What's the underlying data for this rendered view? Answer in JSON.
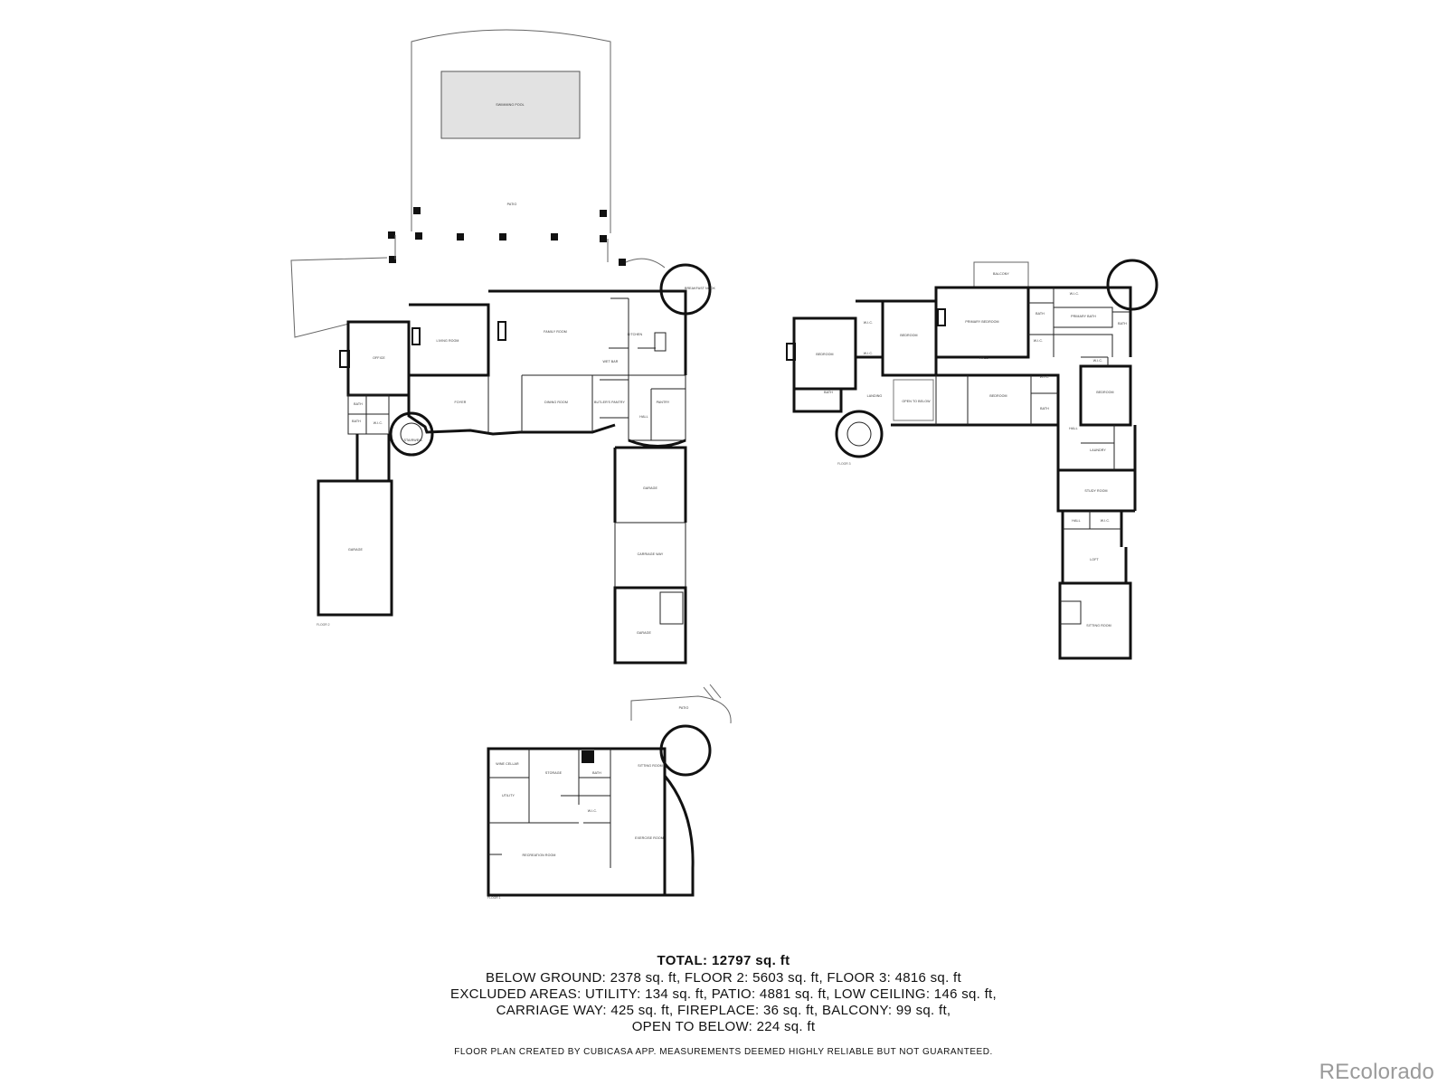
{
  "totals": {
    "total": "TOTAL: 12797 sq. ft",
    "lines": [
      "BELOW GROUND: 2378 sq. ft, FLOOR 2: 5603 sq. ft, FLOOR 3: 4816 sq. ft",
      "EXCLUDED AREAS: UTILITY: 134 sq. ft, PATIO: 4881 sq. ft, LOW CEILING: 146 sq. ft,",
      "CARRIAGE WAY: 425 sq. ft, FIREPLACE: 36 sq. ft, BALCONY: 99 sq. ft,",
      "OPEN TO BELOW: 224 sq. ft"
    ]
  },
  "disclaimer": "FLOOR PLAN CREATED BY CUBICASA APP. MEASUREMENTS DEEMED HIGHLY RELIABLE BUT NOT GUARANTEED.",
  "brand": "REcolorado",
  "colors": {
    "wall": "#111111",
    "pool": "#e2e2e2",
    "brand": "#9a9a9a"
  },
  "floor2": {
    "floor_label": "FLOOR 2",
    "rooms": {
      "swimming_pool": "SWIMMING POOL",
      "patio": "PATIO",
      "breakfast_nook": "BREAKFAST NOOK",
      "office": "OFFICE",
      "living_room": "LIVING ROOM",
      "family_room": "FAMILY ROOM",
      "kitchen": "KITCHEN",
      "foyer": "FOYER",
      "dining_room": "DINING ROOM",
      "stairwell": "STAIRWELL",
      "bath": "BATH",
      "wic": "W.I.C.",
      "butlers_pantry": "BUTLER'S PANTRY",
      "wet_bar": "WET BAR",
      "pantry": "PANTRY",
      "hall": "HALL",
      "garage": "GARAGE",
      "carriage_way": "CARRIAGE WAY"
    }
  },
  "floor3": {
    "floor_label": "FLOOR 3",
    "rooms": {
      "balcony": "BALCONY",
      "primary_bedroom": "PRIMARY BEDROOM",
      "primary_bath": "PRIMARY BATH",
      "bedroom": "BEDROOM",
      "landing": "LANDING",
      "open_to_below": "OPEN TO BELOW",
      "bath": "BATH",
      "wic": "W.I.C.",
      "hall": "HALL",
      "laundry": "LAUNDRY",
      "study_room": "STUDY ROOM",
      "loft": "LOFT",
      "sitting_room": "SITTING ROOM"
    }
  },
  "floor1": {
    "floor_label": "FLOOR 1",
    "rooms": {
      "patio": "PATIO",
      "wine_cellar": "WINE CELLAR",
      "utility": "UTILITY",
      "storage": "STORAGE",
      "bath": "BATH",
      "sitting_room": "SITTING ROOM",
      "wic": "W.I.C.",
      "exercise_room": "EXERCISE ROOM",
      "recreation_room": "RECREATION ROOM"
    }
  }
}
